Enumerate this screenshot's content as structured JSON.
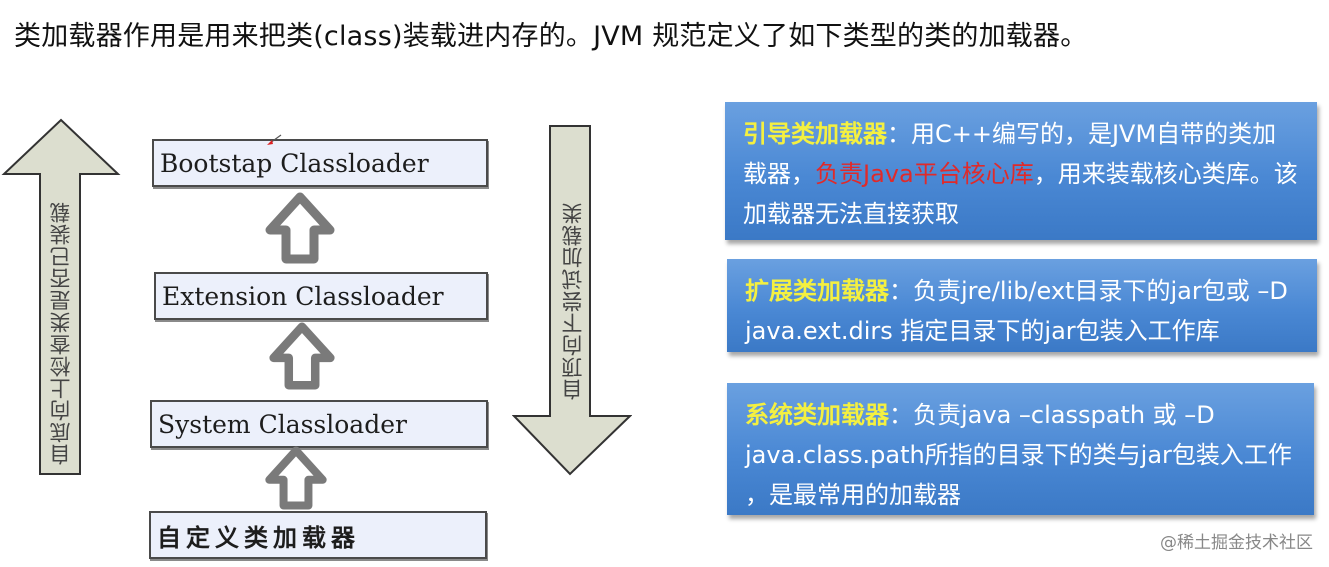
{
  "heading": "类加载器作用是用来把类(class)装载进内存的。JVM 规范定义了如下类型的类的加载器。",
  "diagram": {
    "loaders": [
      {
        "label": "Bootstap Classloader"
      },
      {
        "label": "Extension Classloader"
      },
      {
        "label": "System Classloader"
      },
      {
        "label": "自定义类加载器"
      }
    ],
    "left_arrow_label": "自底向上检查类是否已装载",
    "right_arrow_label": "自顶向下尝试加载类",
    "colors": {
      "box_fill": "#ecf0fb",
      "box_border": "#4a4a4a",
      "big_arrow_fill": "#dcdecf",
      "small_arrow": "#7a7a7a"
    }
  },
  "info_boxes": [
    {
      "title": "引导类加载器",
      "sep": "：",
      "text_a": "用C++编写的，是JVM自带的类加载器，",
      "highlight": "负责Java平台核心库",
      "text_b": "，用来装载核心类库。该加载器无法直接获取"
    },
    {
      "title": "扩展类加载器",
      "sep": "：",
      "text_a": "负责jre/lib/ext目录下的jar包或 –D java.ext.dirs 指定目录下的jar包装入工作库"
    },
    {
      "title": "系统类加载器",
      "sep": "：",
      "text_a": "负责java –classpath 或 –D java.class.path所指的目录下的类与jar包装入工作 ，是最常用的加载器"
    }
  ],
  "colors": {
    "panel_blue": "#4a88d4",
    "title_yellow": "#f4f040",
    "highlight_red": "#e02a2a"
  },
  "watermark": "@稀土掘金技术社区"
}
